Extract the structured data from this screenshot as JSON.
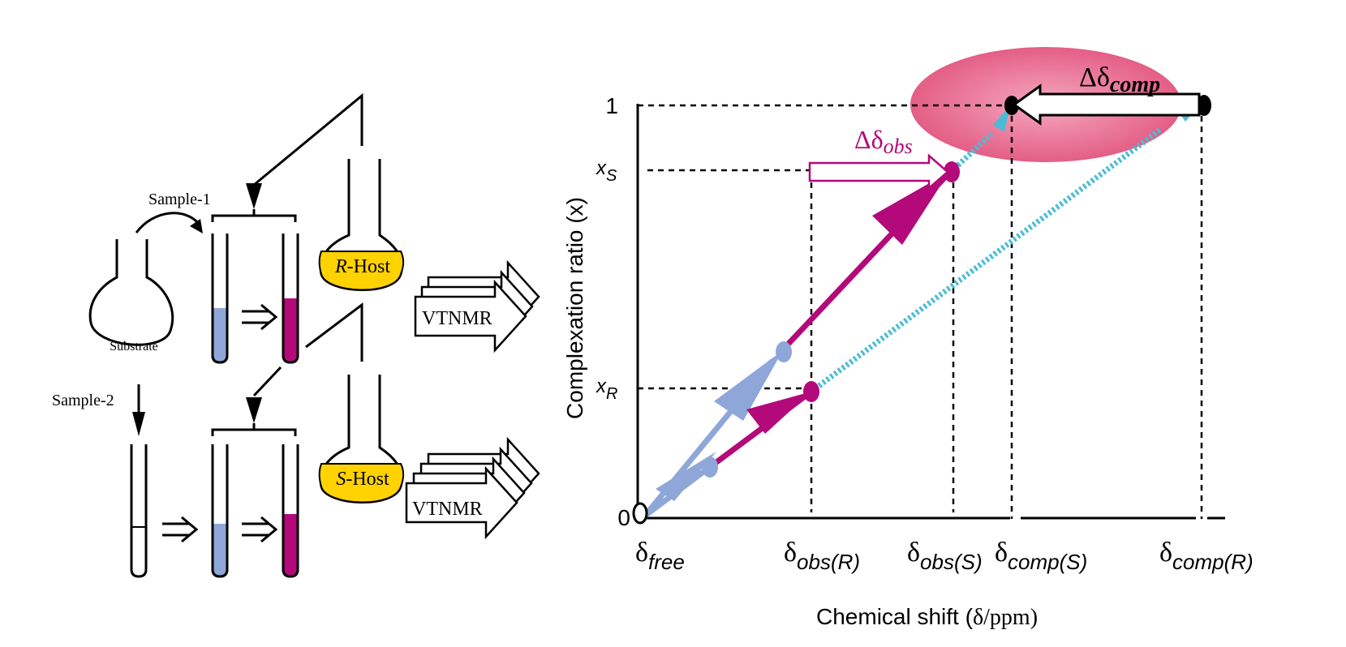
{
  "colors": {
    "blue": "#8ea7d8",
    "magenta": "#b3097a",
    "cyan": "#4bbcd6",
    "yellow": "#ffd200",
    "ellipse": "#e66a8e"
  },
  "left": {
    "sample1_label": "Sample-1",
    "sample2_label": "Sample-2",
    "substrate_label": "Substrate",
    "r_host_letter": "R",
    "s_host_letter": "S",
    "host_suffix": "-Host",
    "vtnmr_top": "VTNMR",
    "vtnmr_bottom": "VTNMR"
  },
  "graph": {
    "y_axis_label": "Complexation ratio (x)",
    "y_tick_1": "1",
    "y_tick_0": "0",
    "xs_main": "x",
    "xs_sub": "S",
    "xr_main": "x",
    "xr_sub": "R",
    "x_axis_label_main": "Chemical shift (",
    "x_axis_label_unit": "δ/ppm)",
    "x_tick_free_main": "δ",
    "x_tick_free_sub": "free",
    "x_tick_obsR_main": "δ",
    "x_tick_obsR_sub": "obs(R)",
    "x_tick_obsS_main": "δ",
    "x_tick_obsS_sub": "obs(S)",
    "x_tick_compS_main": "δ",
    "x_tick_compS_sub": "comp(S)",
    "x_tick_compR_main": "δ",
    "x_tick_compR_sub": "comp(R)",
    "delta_obs_main": "Δδ",
    "delta_obs_sub": "obs",
    "delta_comp_main": "Δδ",
    "delta_comp_sub": "comp"
  }
}
